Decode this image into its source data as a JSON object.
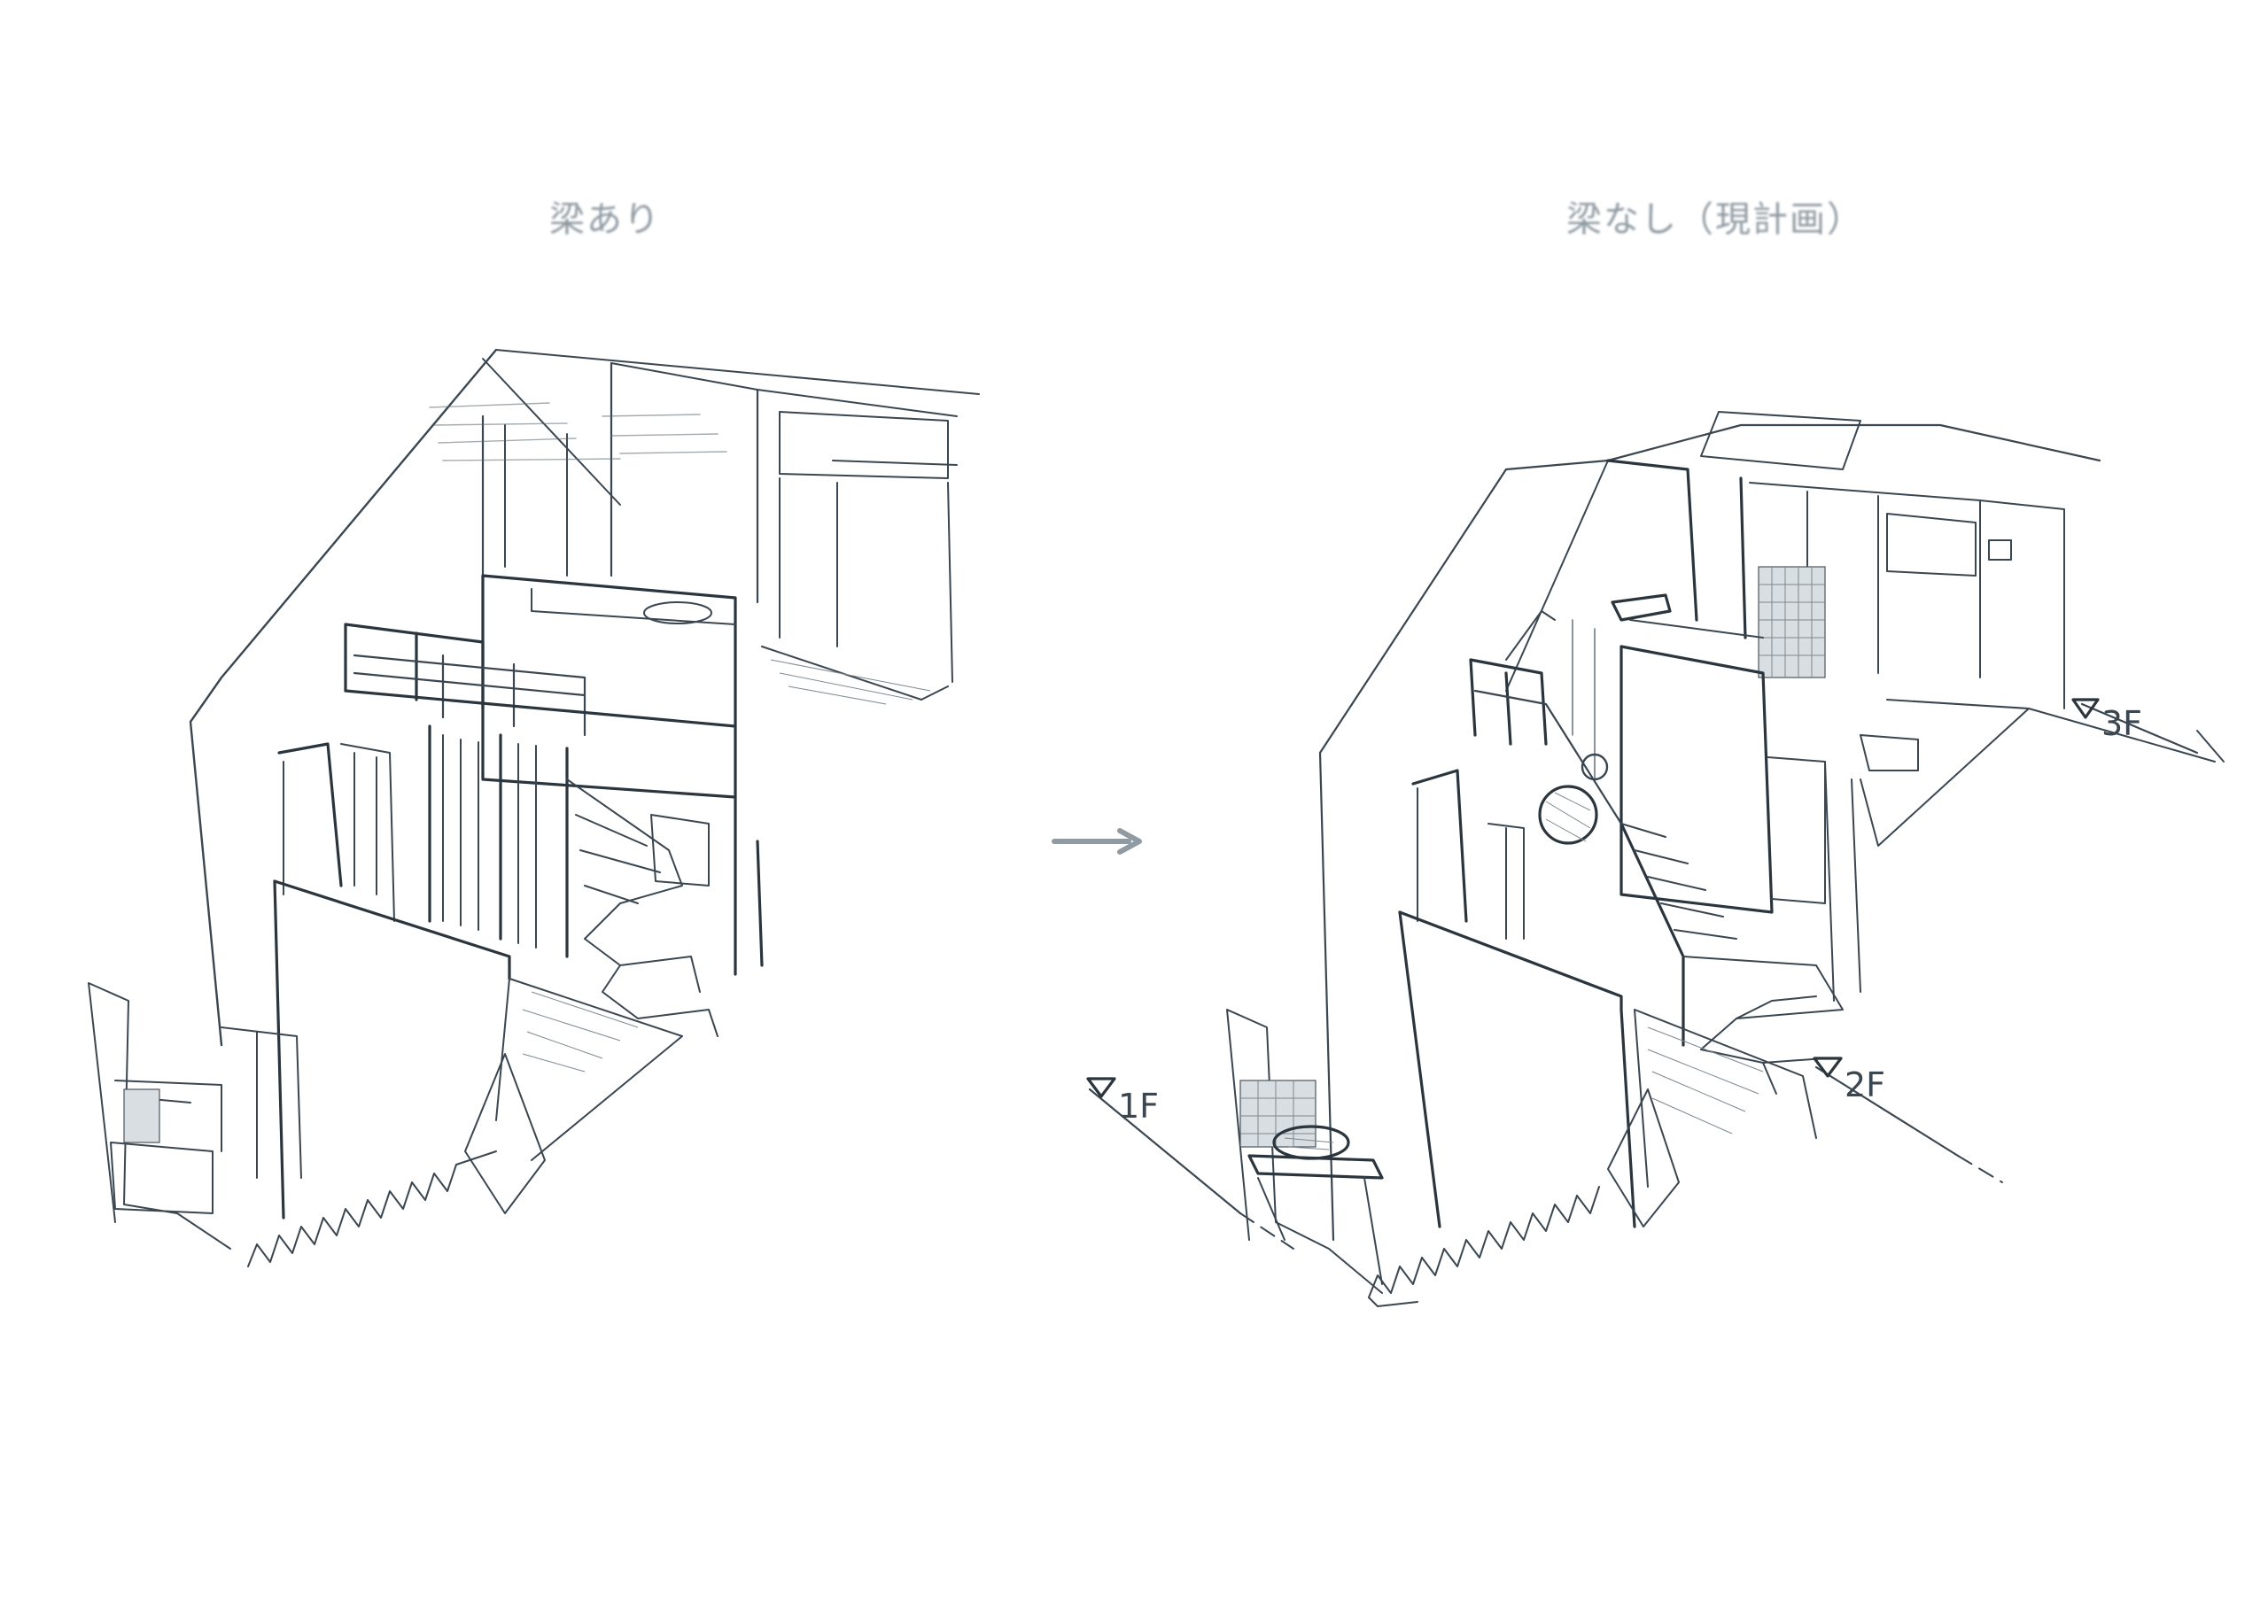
{
  "titles": {
    "left": "梁あり",
    "right": "梁なし（現計画）"
  },
  "floor_markers": {
    "first": "1F",
    "second": "2F",
    "third": "3F"
  },
  "colors": {
    "ink": "#3a4650",
    "title_gray": "#8f9aa2",
    "background": "#ffffff"
  }
}
